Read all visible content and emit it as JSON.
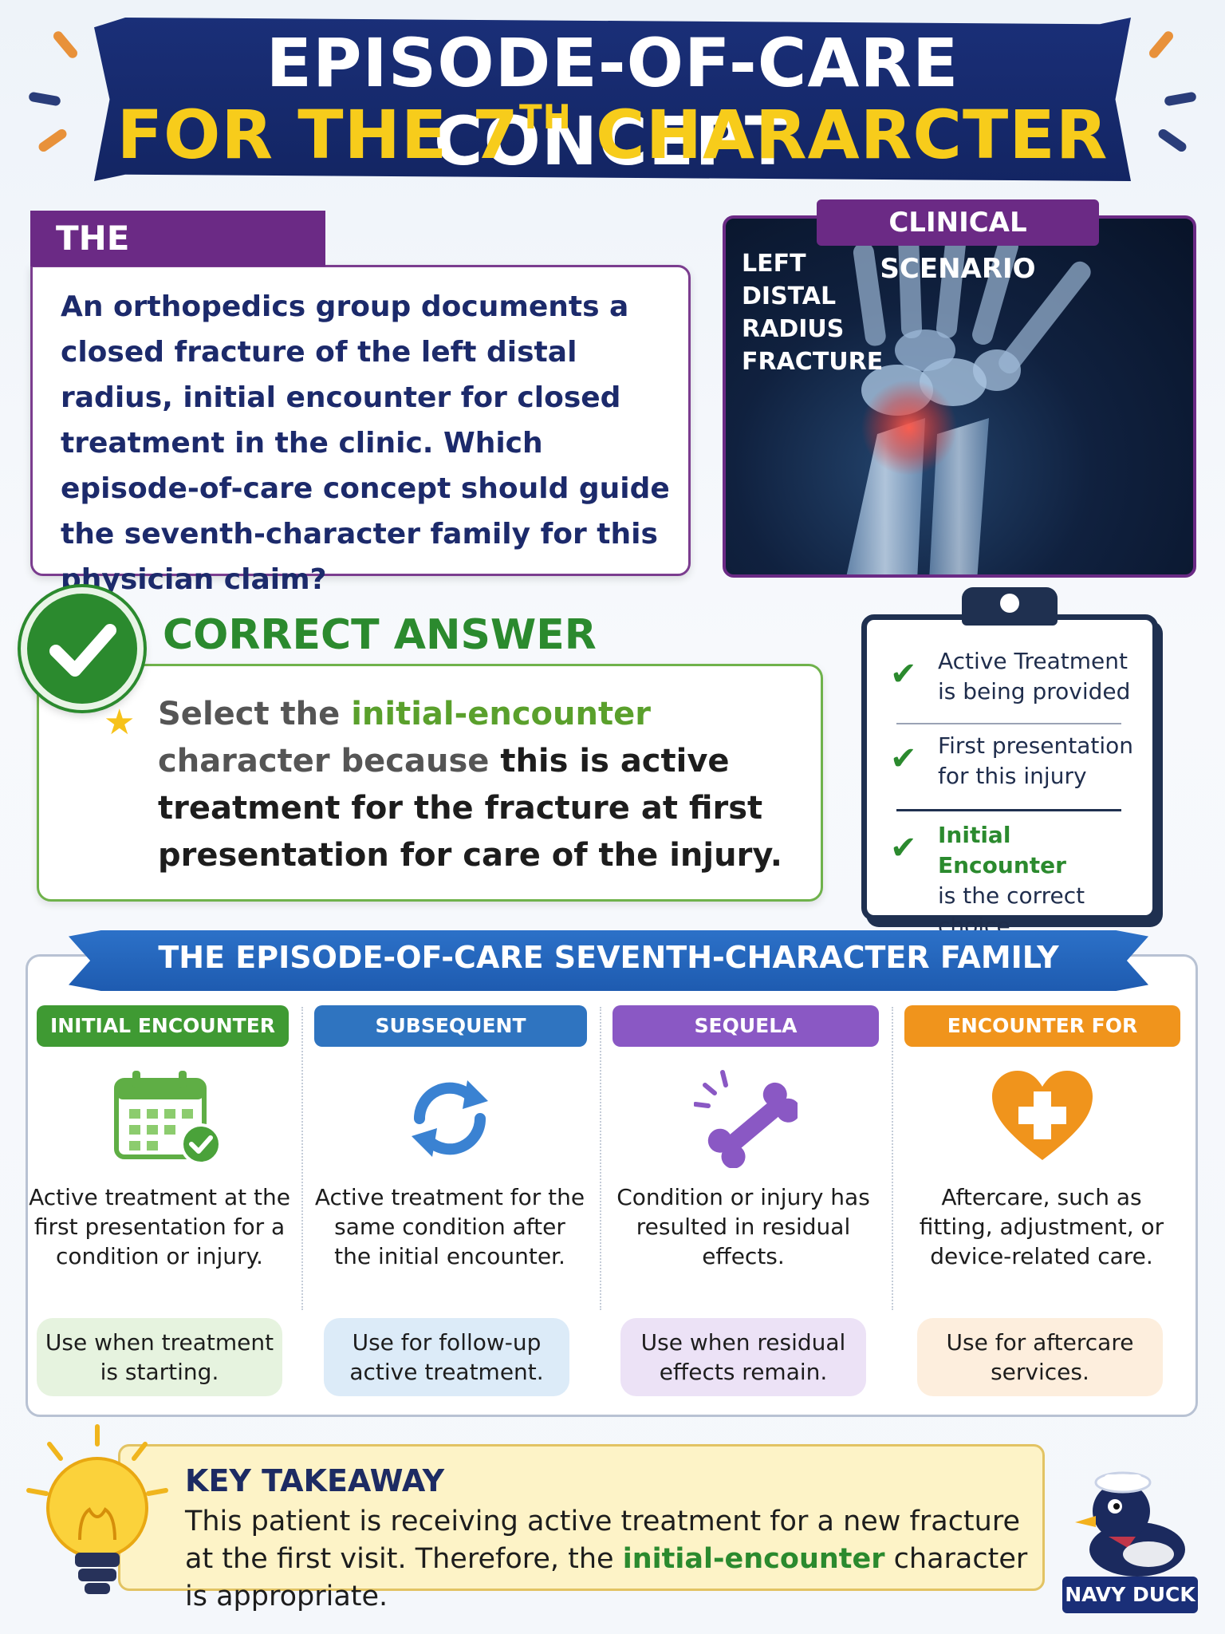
{
  "header": {
    "title_line1": "EPISODE-OF-CARE CONCEPT",
    "title_line2_main": "FOR THE 7",
    "title_line2_sup": "TH",
    "title_line2_end": " CHARARCTER"
  },
  "question": {
    "tag": "THE QUESTION",
    "text": "An orthopedics group documents a closed fracture of the left distal radius, initial encounter for closed treatment in the clinic. Which episode-of-care concept should guide the seventh-character family for this physician claim?"
  },
  "scenario": {
    "tag": "CLINICAL SCENARIO",
    "label_lines": [
      "LEFT",
      "DISTAL",
      "RADIUS",
      "FRACTURE"
    ]
  },
  "answer": {
    "title": "CORRECT ANSWER",
    "part1": "Select the ",
    "highlight": "initial-encounter",
    "part2": " character because ",
    "part3": "this is active treatment for the fracture at first presentation for care of the injury."
  },
  "checklist": [
    {
      "line1": "Active Treatment",
      "line2": "is being provided"
    },
    {
      "line1": "First presentation",
      "line2": "for this injury"
    },
    {
      "line1": "Initial Encounter",
      "line2": "is the correct choice"
    }
  ],
  "family": {
    "title": "THE EPISODE-OF-CARE SEVENTH-CHARACTER FAMILY",
    "columns": [
      {
        "tag": "INITIAL ENCOUNTER",
        "desc": "Active treatment at the first presentation for a condition or injury.",
        "pill": "Use when treatment is starting.",
        "icon": "calendar-check-icon",
        "color": "#3f9a33",
        "pill_bg": "#e6f3df"
      },
      {
        "tag": "SUBSEQUENT ENCOUNTER",
        "desc": "Active treatment for the same condition after the initial encounter.",
        "pill": "Use for follow-up active treatment.",
        "icon": "refresh-arrows-icon",
        "color": "#2f74c0",
        "pill_bg": "#dcebf8"
      },
      {
        "tag": "SEQUELA",
        "desc": "Condition or injury has resulted in residual effects.",
        "pill": "Use when residual effects remain.",
        "icon": "bone-icon",
        "color": "#8a58c4",
        "pill_bg": "#ece2f6"
      },
      {
        "tag": "ENCOUNTER FOR AFTERCARE",
        "desc": "Aftercare, such as fitting, adjustment, or device-related care.",
        "pill": "Use for aftercare services.",
        "icon": "heart-plus-icon",
        "color": "#f0941c",
        "pill_bg": "#fdeedd"
      }
    ]
  },
  "takeaway": {
    "title": "KEY TAKEAWAY",
    "part1": "This patient is receiving active treatment for a new fracture at the first visit. Therefore, the ",
    "highlight": "initial-encounter",
    "part2": " character is appropriate."
  },
  "brand": {
    "label": "NAVY DUCK"
  }
}
